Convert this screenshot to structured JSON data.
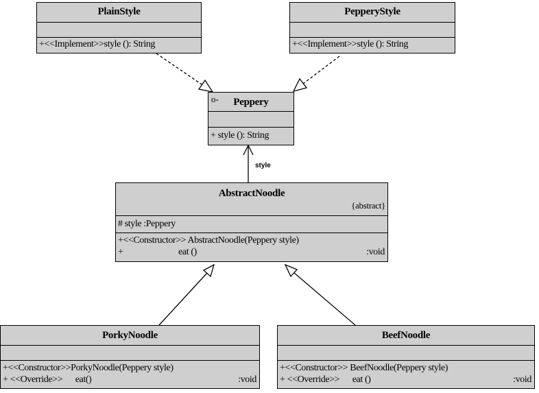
{
  "classes": {
    "plain_style": {
      "name": "PlainStyle",
      "methods": [
        "+<<Implement>>style (): String"
      ]
    },
    "peppery_style": {
      "name": "PepperyStyle",
      "methods": [
        "+<<Implement>>style (): String"
      ]
    },
    "peppery": {
      "stereotype_icon": "o-",
      "name": "Peppery",
      "methods": [
        "+ style (): String"
      ]
    },
    "abstract_noodle": {
      "name": "AbstractNoodle",
      "tag": "{abstract}",
      "attributes": [
        "#  style :Peppery"
      ],
      "methods": [
        {
          "sig": "+<<Constructor>> AbstractNoodle(Peppery style)",
          "ret": ""
        },
        {
          "sig": "+                          eat ()",
          "ret": ":void"
        }
      ]
    },
    "porky_noodle": {
      "name": "PorkyNoodle",
      "methods": [
        {
          "sig": "+<<Constructor>>PorkyNoodle(Peppery style)",
          "ret": ""
        },
        {
          "sig": "+ <<Override>>      eat()",
          "ret": ":void"
        }
      ]
    },
    "beef_noodle": {
      "name": "BeefNoodle",
      "methods": [
        {
          "sig": "+<<Constructor>> BeefNoodle(Peppery style)",
          "ret": ""
        },
        {
          "sig": "+ <<Override>>      eat ()",
          "ret": ":void"
        }
      ]
    }
  },
  "edges": {
    "association_label": "style"
  }
}
